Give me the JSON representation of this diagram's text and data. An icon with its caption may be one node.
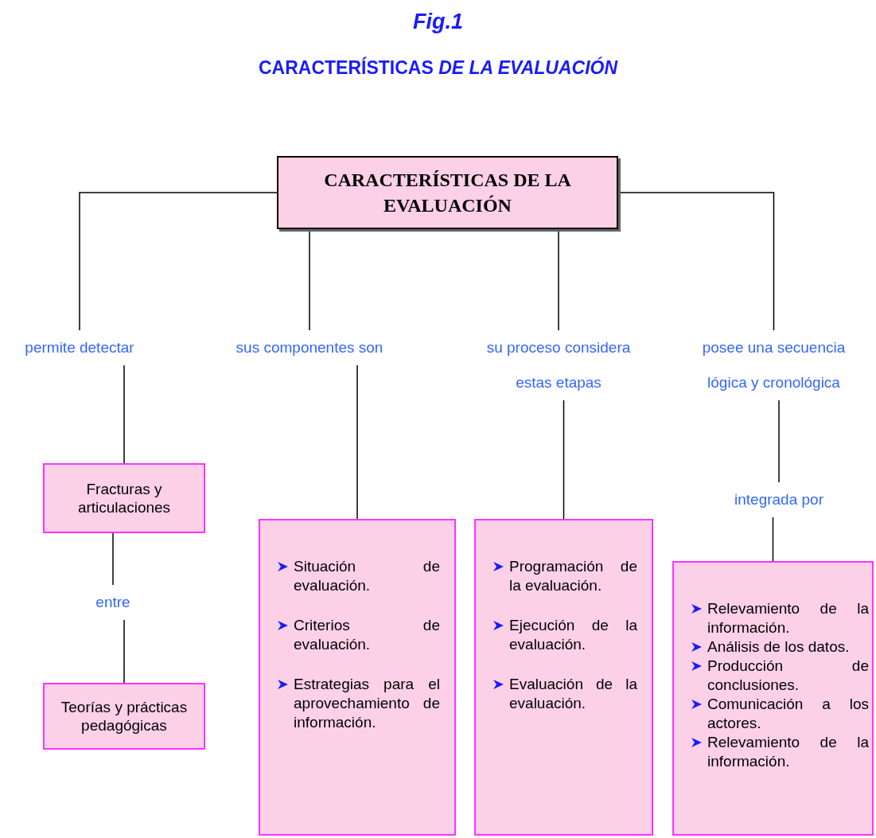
{
  "diagram": {
    "title": "CARACTERÍSTICAS *DE LA EVALUACIÓN*",
    "nodes": [
      {
        "text": [
          "CARACTERÍSTICAS DE LA EVALUACIÓN"
        ]
      },
      {
        "text": [
          "permite detectar"
        ]
      },
      {
        "text": [
          "sus componentes son"
        ]
      },
      {
        "text": [
          "su proceso considera estas etapas"
        ]
      },
      {
        "text": [
          "posee una secuencia lógica y cronológica"
        ]
      },
      {
        "text": [
          "Fracturas y articulaciones"
        ]
      },
      {
        "text": [
          "entre"
        ]
      },
      {
        "text": [
          "Teorías y prácticas pedagógicas"
        ]
      },
      {
        "text": [
          "Situación de evaluación.",
          "Criterios de evaluación.",
          "Estrategias para el aprovechamiento de información."
        ]
      },
      {
        "text": [
          "Programación de la evaluación.",
          "Ejecución de la evaluación.",
          "Evaluación de la evaluación."
        ]
      },
      {
        "text": [
          "integrada por"
        ]
      },
      {
        "text": [
          "Relevamiento de la información.",
          "Análisis de los datos.",
          "Producción de conclusiones.",
          "Comunicación a los actores.",
          "Relevamiento de la información."
        ]
      }
    ],
    "edges": [
      {
        "from": 0,
        "to": 1,
        "arrow": "none"
      },
      {
        "from": 0,
        "to": 2,
        "arrow": "none"
      },
      {
        "from": 0,
        "to": 3,
        "arrow": "none"
      },
      {
        "from": 0,
        "to": 4,
        "arrow": "none"
      },
      {
        "from": 1,
        "to": 5,
        "arrow": "none"
      },
      {
        "from": 5,
        "to": 6,
        "arrow": "none"
      },
      {
        "from": 6,
        "to": 7,
        "arrow": "none"
      },
      {
        "from": 2,
        "to": 8,
        "arrow": "none"
      },
      {
        "from": 3,
        "to": 9,
        "arrow": "none"
      },
      {
        "from": 4,
        "to": 10,
        "arrow": "none"
      },
      {
        "from": 10,
        "to": 11,
        "arrow": "none"
      }
    ],
    "labels": [
      "Fig.1"
    ]
  }
}
